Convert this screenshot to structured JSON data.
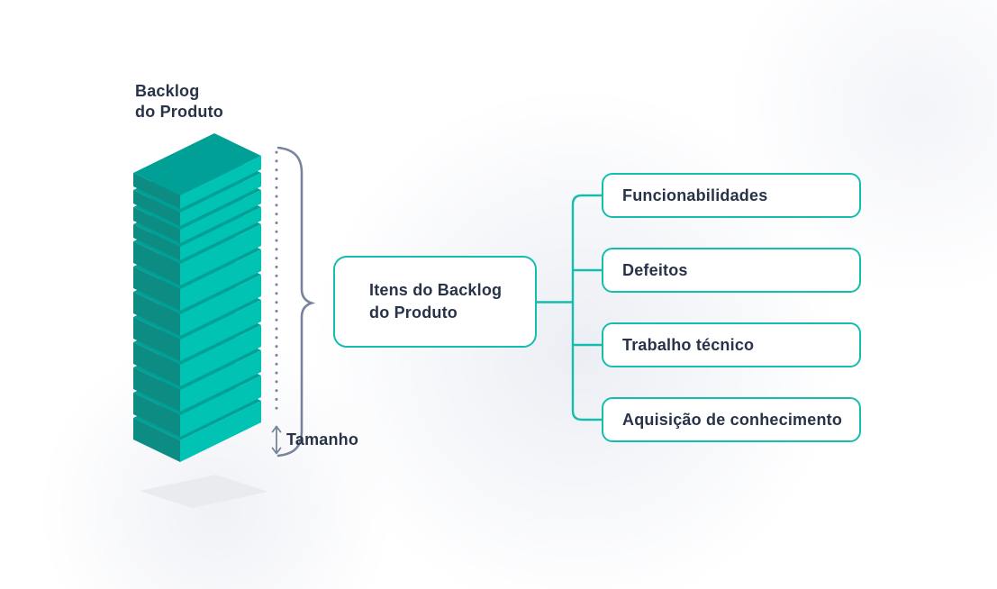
{
  "diagram": {
    "stack": {
      "title_line1": "Backlog",
      "title_line2": "do Produto",
      "size_label": "Tamanho",
      "layers": {
        "count": 12,
        "thicknesses": [
          15,
          15,
          15,
          15,
          24,
          24,
          24,
          24,
          24,
          24,
          24,
          24
        ],
        "gap": 4
      },
      "colors": {
        "top": "#00A096",
        "left": "#0C8C83",
        "right": "#00C3B4",
        "shadow": "#E9EBEF"
      }
    },
    "center_node": {
      "label_line1": "Itens do Backlog",
      "label_line2": "do Produto"
    },
    "branches": [
      {
        "label": "Funcionabilidades"
      },
      {
        "label": "Defeitos"
      },
      {
        "label": "Trabalho técnico"
      },
      {
        "label": "Aquisição de conhecimento"
      }
    ],
    "colors": {
      "accent_teal": "#14BDAE",
      "text_navy": "#283349",
      "slate": "#78849E"
    }
  }
}
